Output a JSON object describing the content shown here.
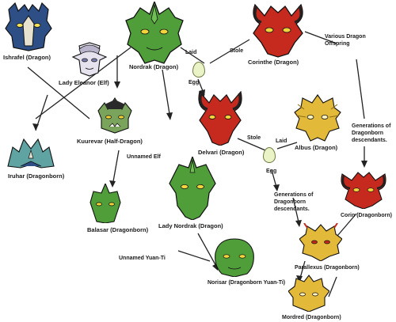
{
  "nodes": {
    "ishrafel": "Ishrafel (Dragon)",
    "nordrak": "Nordrak (Dragon)",
    "corinthe": "Corinthe (Dragon)",
    "eleanor": "Lady Eleanor (Elf)",
    "kuurevar": "Kuurevar (Half-Dragon)",
    "iruhar": "Iruhar (Dragonborn)",
    "delvari": "Delvari (Dragon)",
    "albus": "Albus (Dragon)",
    "balasar": "Balasar (Dragonborn)",
    "lady_nordrak": "Lady Nordrak (Dragon)",
    "corin": "Corin (Dragonborn)",
    "norisar": "Norisar (Dragonborn Yuan-Ti)",
    "parallexus": "Parallexus (Dragonborn)",
    "mordred": "Mordred (Dragonborn)"
  },
  "edge_labels": {
    "laid_1": "Laid",
    "stole_1": "Stole",
    "egg_1": "Egg",
    "various_offspring": "Various Dragon\nOffspring",
    "stole_2": "Stole",
    "laid_2": "Laid",
    "egg_2": "Egg",
    "unnamed_elf": "Unnamed Elf",
    "generations_1": "Generations of\nDragonborn\ndescendants.",
    "generations_2": "Generations of\nDragonborn\ndescendants.",
    "unnamed_yuanti": "Unnamed Yuan-Ti"
  },
  "colors": {
    "blue_dragon": "#2d4f86",
    "green_dragon": "#4f9e3a",
    "red_dragon": "#c62a1e",
    "gold_dragon": "#e3b93a",
    "teal_dragonborn": "#5fa3a3",
    "elf_skin": "#e6e3ee",
    "half_dragon": "#7aa35c"
  }
}
